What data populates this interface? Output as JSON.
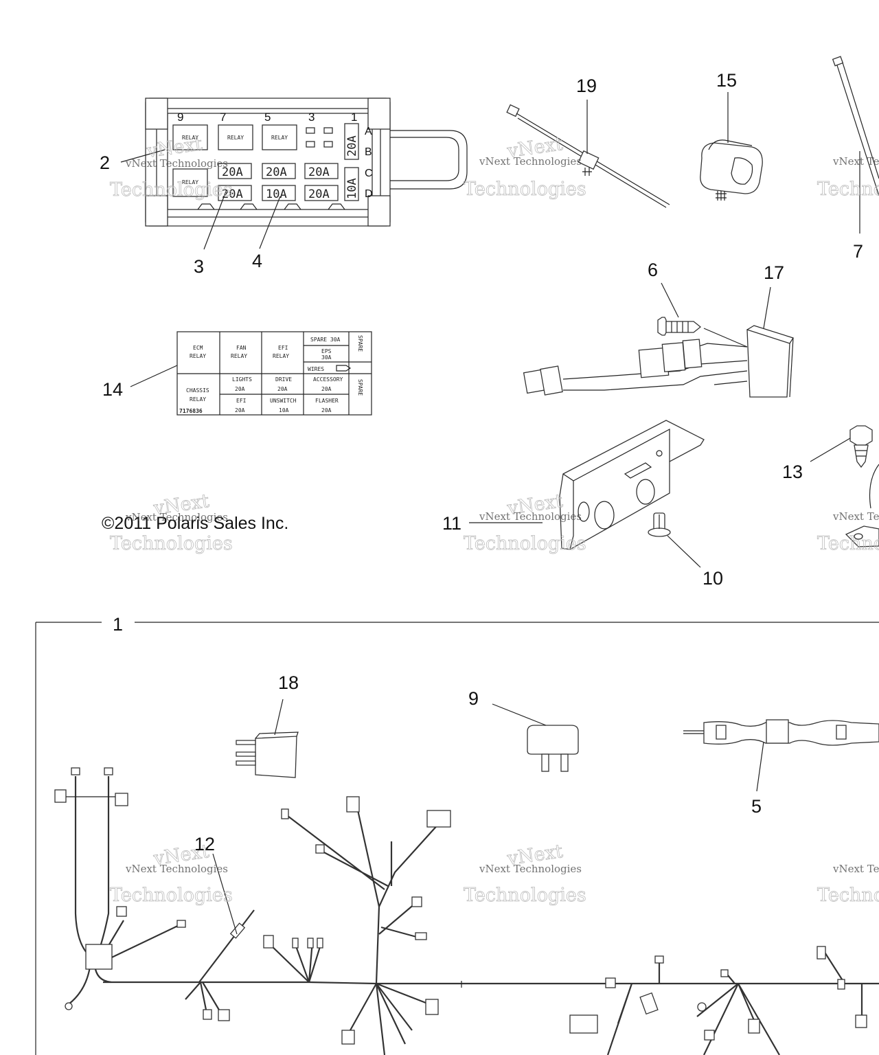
{
  "callouts": [
    {
      "id": "c1",
      "label": "1"
    },
    {
      "id": "c2",
      "label": "2"
    },
    {
      "id": "c3",
      "label": "3"
    },
    {
      "id": "c4",
      "label": "4"
    },
    {
      "id": "c5",
      "label": "5"
    },
    {
      "id": "c6",
      "label": "6"
    },
    {
      "id": "c7",
      "label": "7"
    },
    {
      "id": "c9",
      "label": "9"
    },
    {
      "id": "c10",
      "label": "10"
    },
    {
      "id": "c11",
      "label": "11"
    },
    {
      "id": "c12",
      "label": "12"
    },
    {
      "id": "c13",
      "label": "13"
    },
    {
      "id": "c14",
      "label": "14"
    },
    {
      "id": "c15",
      "label": "15"
    },
    {
      "id": "c17",
      "label": "17"
    },
    {
      "id": "c18",
      "label": "18"
    },
    {
      "id": "c19",
      "label": "19"
    }
  ],
  "copyright": "©2011 Polaris Sales Inc.",
  "watermark": {
    "line1": "vNext Technologies",
    "line2": "Technologies",
    "outline": "vNext"
  },
  "fuse_box": {
    "columns": [
      "9",
      "7",
      "5",
      "3",
      "1"
    ],
    "rows": [
      "A",
      "B",
      "C",
      "D"
    ],
    "relay": "RELAY",
    "fuses_row_c": [
      "20A",
      "20A",
      "20A"
    ],
    "fuses_row_d": [
      "20A",
      "10A",
      "20A"
    ],
    "side_fuse_top": "20A",
    "side_fuse_bottom": "10A"
  },
  "fuse_label": {
    "ecm": "ECM",
    "fan": "FAN",
    "efi": "EFI",
    "relay": "RELAY",
    "spare30": "SPARE 30A",
    "eps": "EPS",
    "eps_amp": "30A",
    "wires": "WIRES",
    "spare_v": "SPARE",
    "chassis": "CHASSIS",
    "lights": "LIGHTS",
    "lights_amp": "20A",
    "drive": "DRIVE",
    "drive_amp": "20A",
    "accessory": "ACCESSORY",
    "accessory_amp": "20A",
    "efi2": "EFI",
    "efi2_amp": "20A",
    "unsw": "UNSWITCH",
    "unsw_amp": "10A",
    "flasher": "FLASHER",
    "flasher_amp": "20A",
    "part_no": "7176836"
  }
}
